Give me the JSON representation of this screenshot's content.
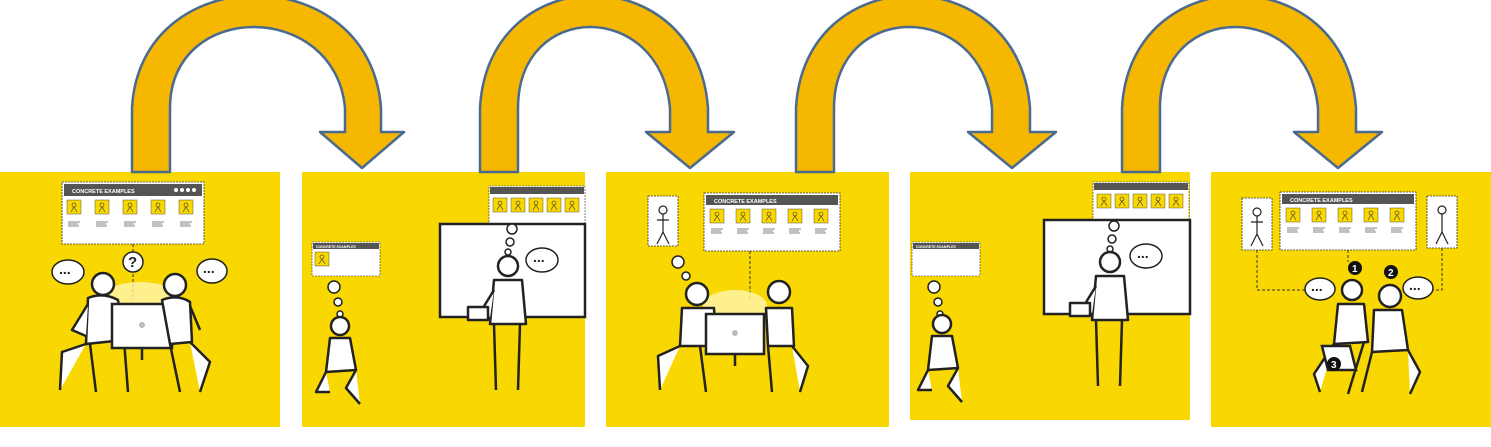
{
  "panels": [
    {
      "card_title": "CONCRETE EXAMPLES",
      "thought_symbol": "?"
    },
    {
      "card_title": "CONCRETE EXAMPLES"
    },
    {
      "card_title": "CONCRETE EXAMPLES"
    },
    {
      "card_title": "CONCRETE EXAMPLES"
    },
    {
      "card_title": "CONCRETE EXAMPLES",
      "step_badges": [
        "1",
        "2",
        "3"
      ]
    }
  ],
  "speech_text": "...",
  "colors": {
    "panel": "#f9d700",
    "arrow_fill": "#f5b700",
    "arrow_stroke": "#4a6a8f",
    "card_header": "#555555"
  }
}
